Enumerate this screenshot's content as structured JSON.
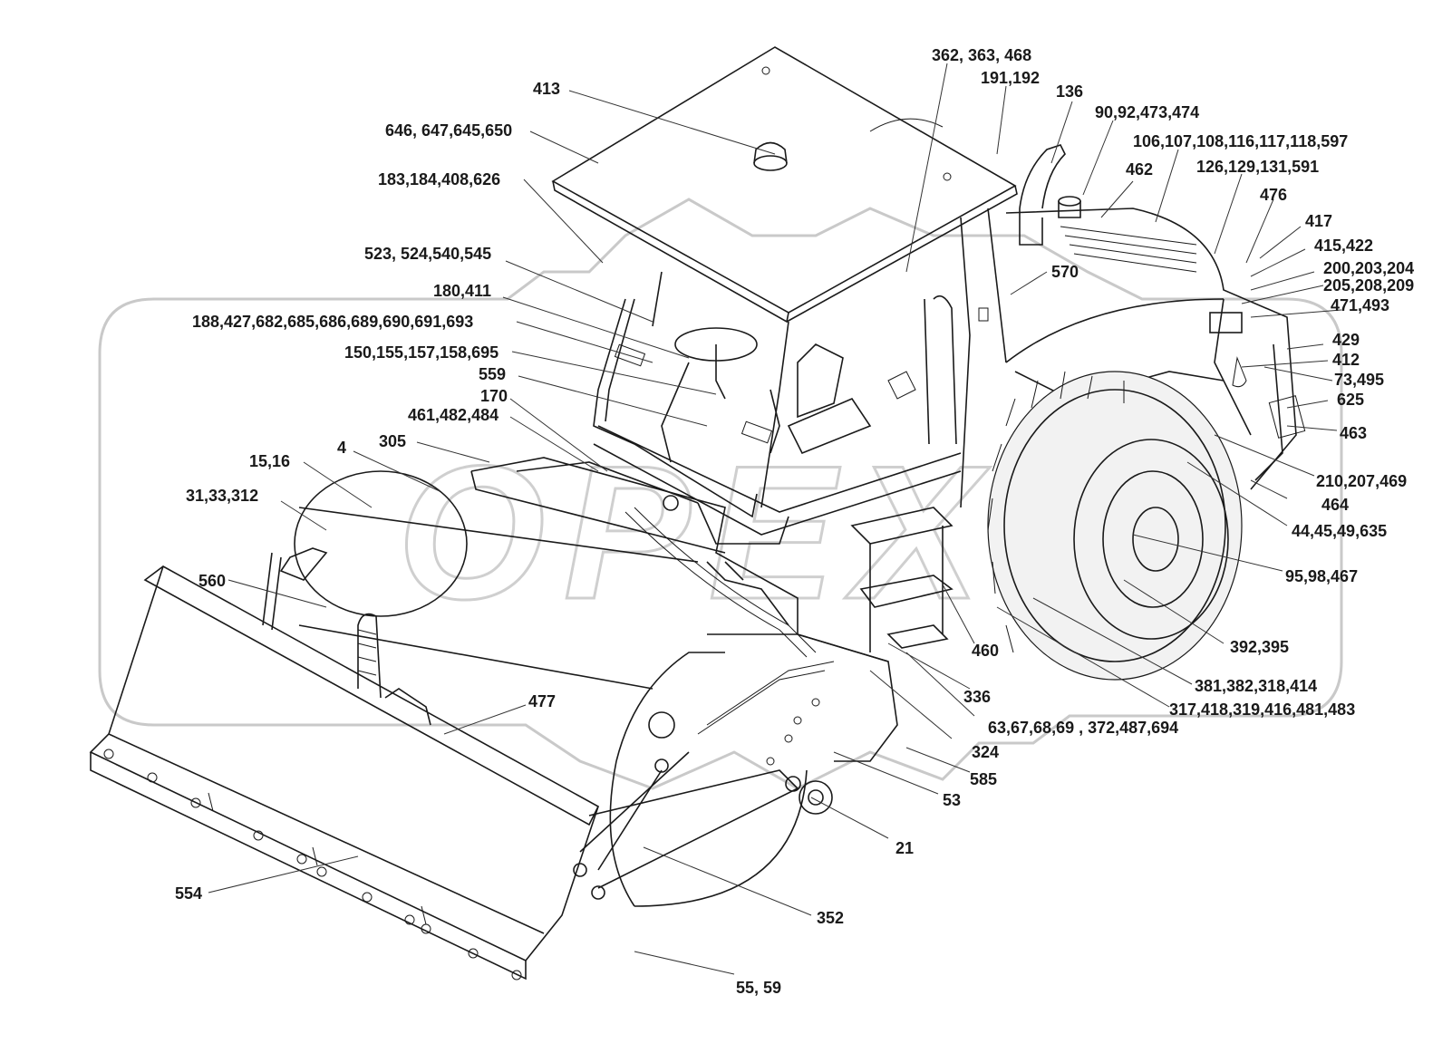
{
  "watermark": "OPEX",
  "colors": {
    "line": "#1a1a1a",
    "watermark": "#c9c9c9",
    "background": "#ffffff"
  },
  "callouts": [
    {
      "id": "c1",
      "text": "362, 363, 468"
    },
    {
      "id": "c2",
      "text": "191,192"
    },
    {
      "id": "c3",
      "text": "413"
    },
    {
      "id": "c4",
      "text": "136"
    },
    {
      "id": "c5",
      "text": "90,92,473,474"
    },
    {
      "id": "c6",
      "text": "646, 647,645,650"
    },
    {
      "id": "c7",
      "text": "106,107,108,116,117,118,597"
    },
    {
      "id": "c8",
      "text": "462"
    },
    {
      "id": "c9",
      "text": "126,129,131,591"
    },
    {
      "id": "c10",
      "text": "183,184,408,626"
    },
    {
      "id": "c11",
      "text": "476"
    },
    {
      "id": "c12",
      "text": "417"
    },
    {
      "id": "c13",
      "text": "415,422"
    },
    {
      "id": "c14",
      "text": "523, 524,540,545"
    },
    {
      "id": "c15",
      "text": "200,203,204"
    },
    {
      "id": "c16",
      "text": "570"
    },
    {
      "id": "c17",
      "text": "205,208,209"
    },
    {
      "id": "c18",
      "text": "180,411"
    },
    {
      "id": "c19",
      "text": "471,493"
    },
    {
      "id": "c20",
      "text": "188,427,682,685,686,689,690,691,693"
    },
    {
      "id": "c21",
      "text": "429"
    },
    {
      "id": "c22",
      "text": "150,155,157,158,695"
    },
    {
      "id": "c23",
      "text": "412"
    },
    {
      "id": "c24",
      "text": "559"
    },
    {
      "id": "c25",
      "text": "73,495"
    },
    {
      "id": "c26",
      "text": "170"
    },
    {
      "id": "c27",
      "text": "625"
    },
    {
      "id": "c28",
      "text": "461,482,484"
    },
    {
      "id": "c29",
      "text": "463"
    },
    {
      "id": "c30",
      "text": "305"
    },
    {
      "id": "c31",
      "text": "4"
    },
    {
      "id": "c32",
      "text": "15,16"
    },
    {
      "id": "c33",
      "text": "210,207,469"
    },
    {
      "id": "c34",
      "text": "31,33,312"
    },
    {
      "id": "c35",
      "text": "464"
    },
    {
      "id": "c36",
      "text": "44,45,49,635"
    },
    {
      "id": "c37",
      "text": "560"
    },
    {
      "id": "c38",
      "text": "95,98,467"
    },
    {
      "id": "c39",
      "text": "392,395"
    },
    {
      "id": "c40",
      "text": "460"
    },
    {
      "id": "c41",
      "text": "381,382,318,414"
    },
    {
      "id": "c42",
      "text": "336"
    },
    {
      "id": "c43",
      "text": "317,418,319,416,481,483"
    },
    {
      "id": "c44",
      "text": "477"
    },
    {
      "id": "c45",
      "text": "63,67,68,69 , 372,487,694"
    },
    {
      "id": "c46",
      "text": "324"
    },
    {
      "id": "c47",
      "text": "585"
    },
    {
      "id": "c48",
      "text": "53"
    },
    {
      "id": "c49",
      "text": "21"
    },
    {
      "id": "c50",
      "text": "554"
    },
    {
      "id": "c51",
      "text": "352"
    },
    {
      "id": "c52",
      "text": "55, 59"
    }
  ]
}
